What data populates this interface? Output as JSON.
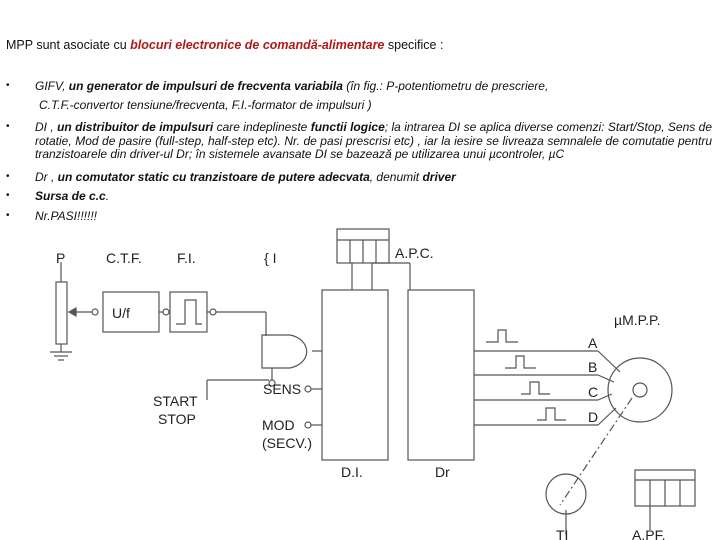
{
  "intro": {
    "prefix": "MPP sunt asociate cu ",
    "highlight": "blocuri electronice de comandă-alimentare",
    "suffix": " specifice :"
  },
  "bullets": [
    {
      "text": "GIFV,  ",
      "bold": "un generator de impulsuri de frecventa variabila",
      "rest": " (în fig.: P-potentiometru de prescriere,",
      "cont": "C.T.F.-convertor  tensiune/frecventa, F.I.-formator  de impulsuri )"
    },
    {
      "text": "DI , ",
      "bold": "un distribuitor de impulsuri",
      "rest": " care indeplineste ",
      "bold2": "functii logice",
      "rest2": "; la intrarea DI se aplica diverse comenzi: Start/Stop, Sens de rotatie, Mod de pasire (full-step, half-step etc). Nr. de pasi prescrisi etc) , iar la iesire se livreaza semnalele de comutatie pentru tranzistoarele din driver-ul Dr; în sistemele avansate DI se bazează pe utilizarea unui µcontroler, µC"
    },
    {
      "text": "Dr , ",
      "bold": "un comutator static cu tranzistoare de putere adecvata",
      "rest": ", denumit ",
      "bold2": "driver",
      "rest2": ""
    },
    {
      "text": "",
      "bold": "Sursa de c.c",
      "rest": ".",
      "bold2": "",
      "rest2": ""
    },
    {
      "text": "Nr.PASI!!!!!!",
      "bold": "",
      "rest": "",
      "bold2": "",
      "rest2": ""
    }
  ],
  "diagram": {
    "label_p": "P",
    "label_ctf": "C.T.F.",
    "label_fi": "F.I.",
    "label_brace": "{ I",
    "label_apc": "A.P.C.",
    "label_uf": "U/f",
    "label_mpp": "µM.P.P.",
    "phase_a": "A",
    "phase_b": "B",
    "phase_c": "C",
    "phase_d": "D",
    "label_sens": "SENS",
    "label_start": "START",
    "label_stop": "STOP",
    "label_mod": "MOD",
    "label_secv": "(SECV.)",
    "label_di": "D.I.",
    "label_dr": "Dr",
    "label_ti": "TI",
    "label_apf": "A.PF."
  }
}
